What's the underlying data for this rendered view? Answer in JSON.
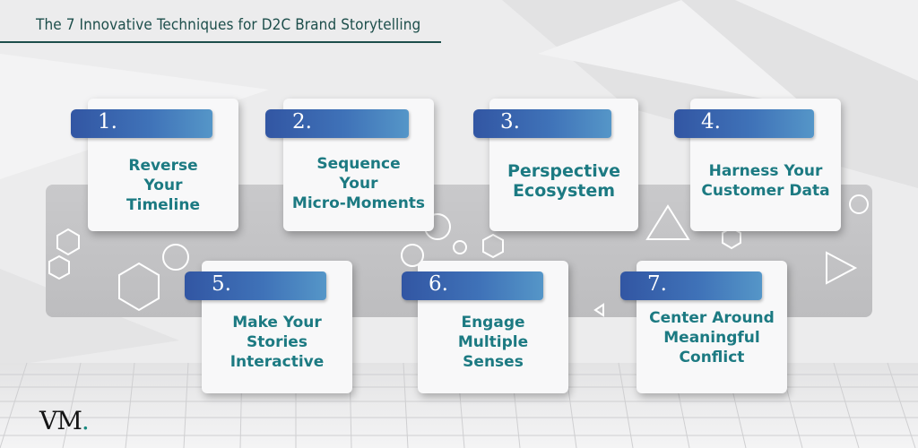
{
  "header": {
    "title": "The 7 Innovative Techniques for D2C Brand Storytelling"
  },
  "techniques": [
    {
      "number": "1.",
      "label": "Reverse\nYour\nTimeline"
    },
    {
      "number": "2.",
      "label": "Sequence\nYour\nMicro-Moments"
    },
    {
      "number": "3.",
      "label": "Perspective\nEcosystem"
    },
    {
      "number": "4.",
      "label": "Harness Your\nCustomer Data"
    },
    {
      "number": "5.",
      "label": "Make Your\nStories\nInteractive"
    },
    {
      "number": "6.",
      "label": "Engage\nMultiple\nSenses"
    },
    {
      "number": "7.",
      "label": "Center Around\nMeaningful\nConflict"
    }
  ],
  "logo": {
    "text": "VM",
    "dot": "."
  },
  "colors": {
    "title": "#1d4e4b",
    "label": "#1c7a82",
    "tab_start": "#3256a3",
    "tab_end": "#5596c8"
  }
}
